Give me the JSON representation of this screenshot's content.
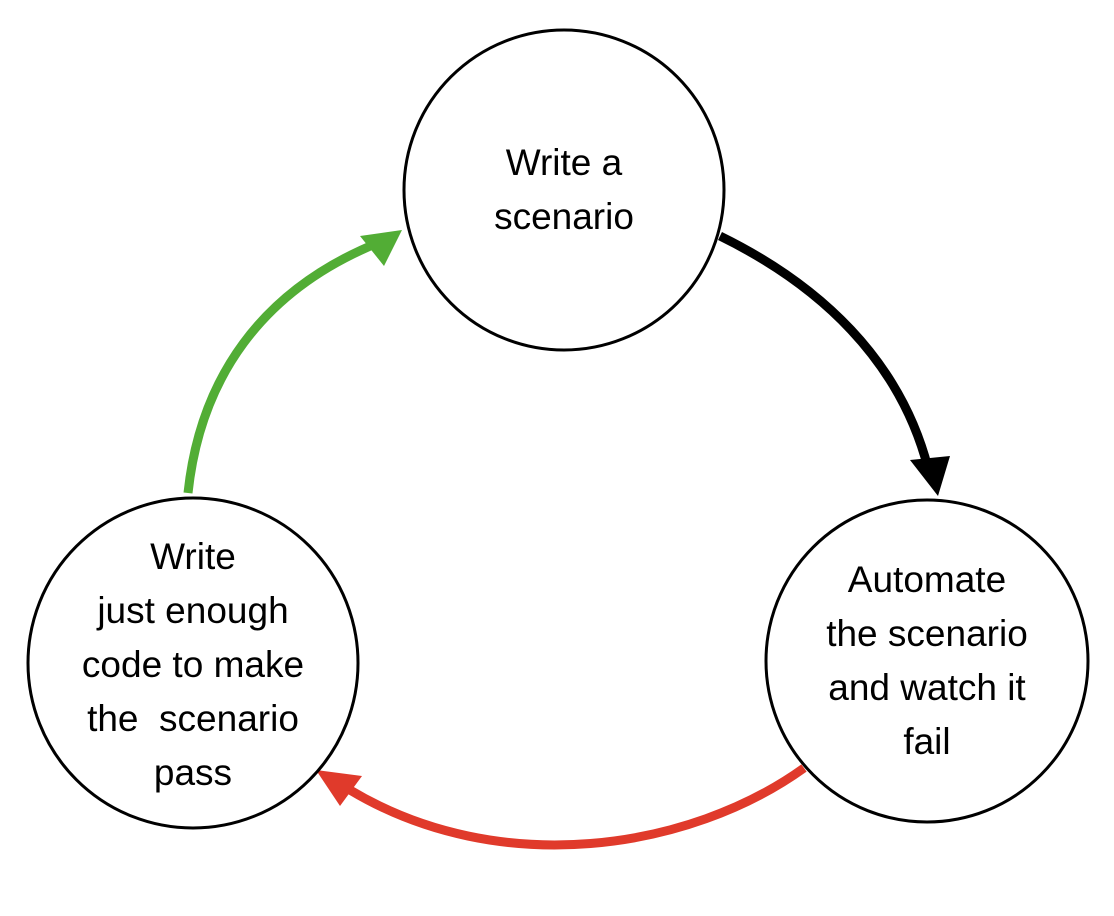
{
  "nodes": {
    "write_scenario": {
      "text": "Write a\nscenario"
    },
    "automate": {
      "text": "Automate\nthe scenario\nand watch it\nfail"
    },
    "write_code": {
      "text": "Write\njust enough\ncode to make\nthe  scenario\npass"
    }
  },
  "arrows": {
    "scenario_to_automate": {
      "color": "#000000"
    },
    "automate_to_code": {
      "color": "#e03a2b"
    },
    "code_to_scenario": {
      "color": "#52ad35"
    }
  }
}
